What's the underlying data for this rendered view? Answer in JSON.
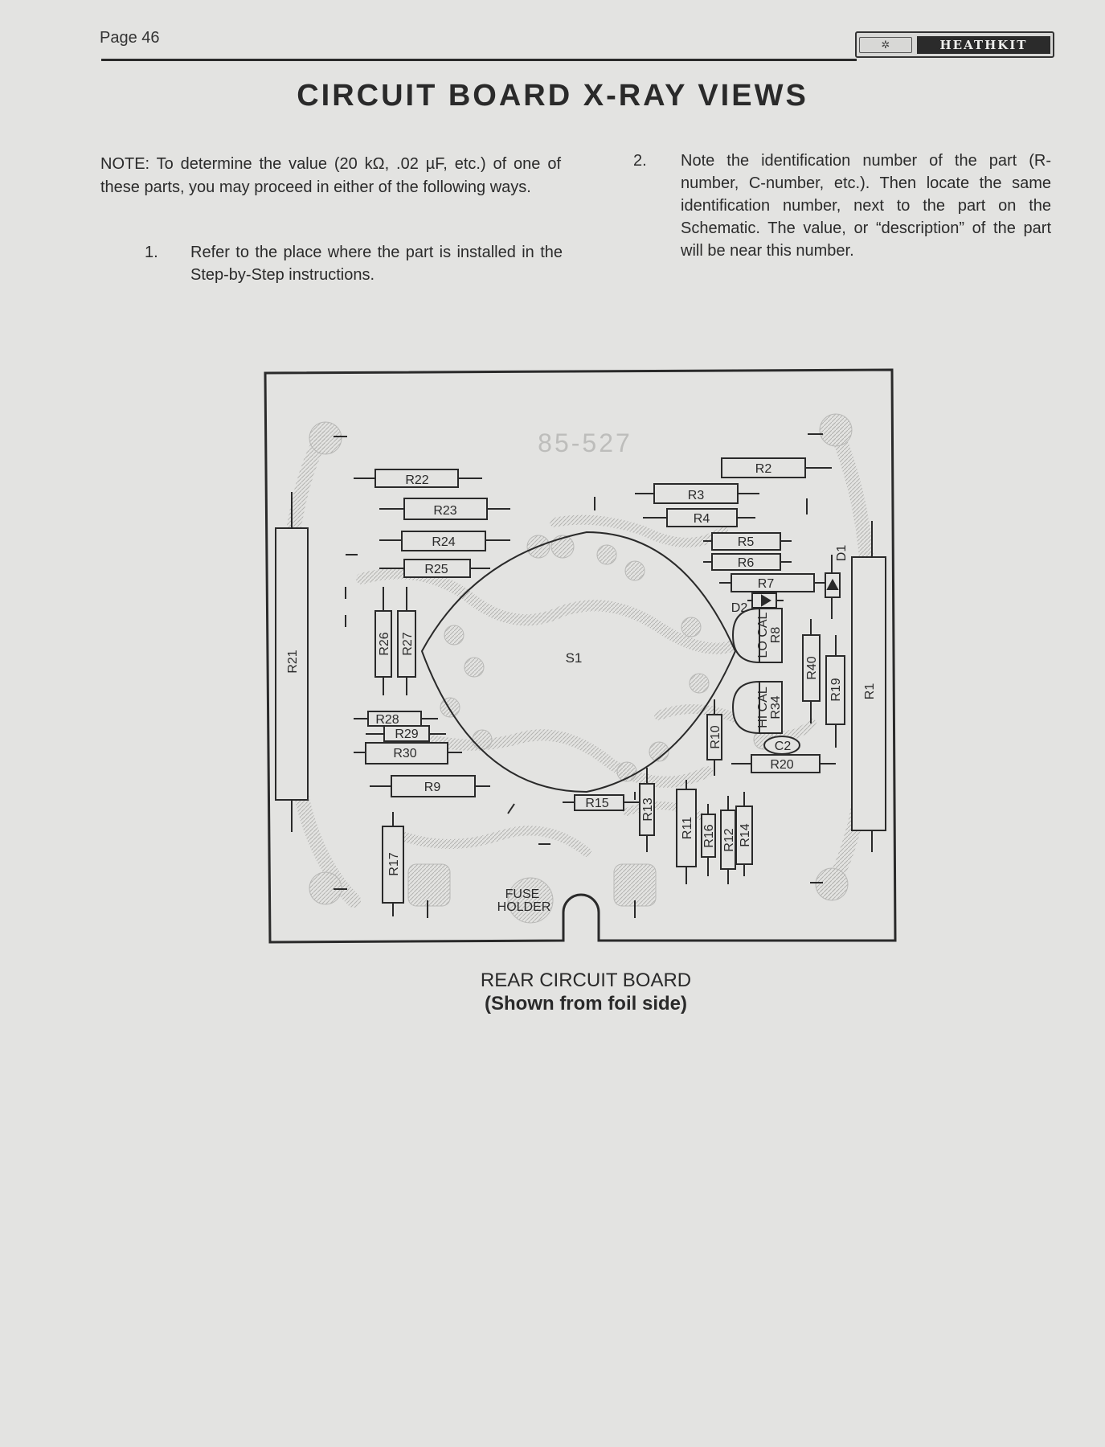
{
  "header": {
    "page_number": "Page 46",
    "brand": "HEATHKIT",
    "brand_icon": "atom-logo-icon"
  },
  "title": "CIRCUIT BOARD X-RAY VIEWS",
  "note": "NOTE: To determine the value (20 kΩ, .02 µF, etc.) of one of these parts, you may proceed in either of the following ways.",
  "steps": [
    {
      "number": "1.",
      "text": "Refer to the place where the part is installed in the Step-by-Step instructions."
    },
    {
      "number": "2.",
      "text": "Note the identification number of the part (R-number, C-number, etc.). Then locate the same identification number, next to the part on the Schematic. The value, or “description” of the part will be near this number."
    }
  ],
  "board": {
    "board_number": "85-527",
    "switch_label": "S1",
    "fuse_label_line1": "FUSE",
    "fuse_label_line2": "HOLDER",
    "components": {
      "r1": "R1",
      "r2": "R2",
      "r3": "R3",
      "r4": "R4",
      "r5": "R5",
      "r6": "R6",
      "r7": "R7",
      "r8": "R8",
      "r9": "R9",
      "r10": "R10",
      "r11": "R11",
      "r12": "R12",
      "r13": "R13",
      "r14": "R14",
      "r15": "R15",
      "r16": "R16",
      "r17": "R17",
      "r19": "R19",
      "r20": "R20",
      "r21": "R21",
      "r22": "R22",
      "r23": "R23",
      "r24": "R24",
      "r25": "R25",
      "r26": "R26",
      "r27": "R27",
      "r28": "R28",
      "r29": "R29",
      "r30": "R30",
      "r34": "R34",
      "r40": "R40",
      "c2": "C2",
      "d1": "D1",
      "d2": "D2",
      "lo_cal": "LO CAL",
      "hi_cal": "HI CAL"
    }
  },
  "caption": {
    "line1": "REAR CIRCUIT BOARD",
    "line2": "(Shown from foil side)"
  }
}
